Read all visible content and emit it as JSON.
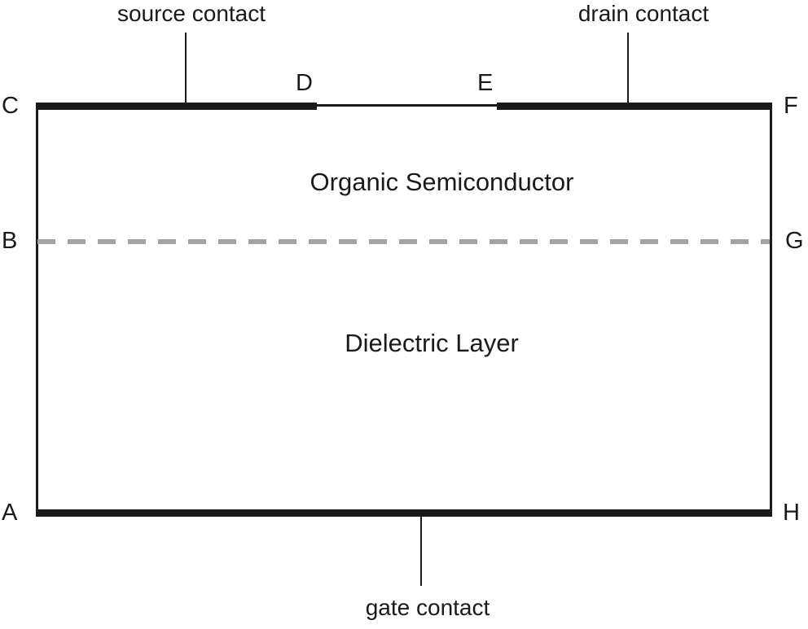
{
  "diagram": {
    "title": "Organic field-effect transistor cross-section schematic",
    "labels": {
      "source_contact": "source contact",
      "drain_contact": "drain contact",
      "gate_contact": "gate contact",
      "organic_semiconductor": "Organic Semiconductor",
      "dielectric_layer": "Dielectric Layer"
    },
    "points": {
      "A": "A",
      "B": "B",
      "C": "C",
      "D": "D",
      "E": "E",
      "F": "F",
      "G": "G",
      "H": "H"
    },
    "colors": {
      "contact_electrode": "#1a1a1a",
      "outline": "#1a1a1a",
      "interface_dashed_line": "#a3a3a3",
      "background": "#ffffff",
      "text": "#1a1a1a"
    }
  }
}
